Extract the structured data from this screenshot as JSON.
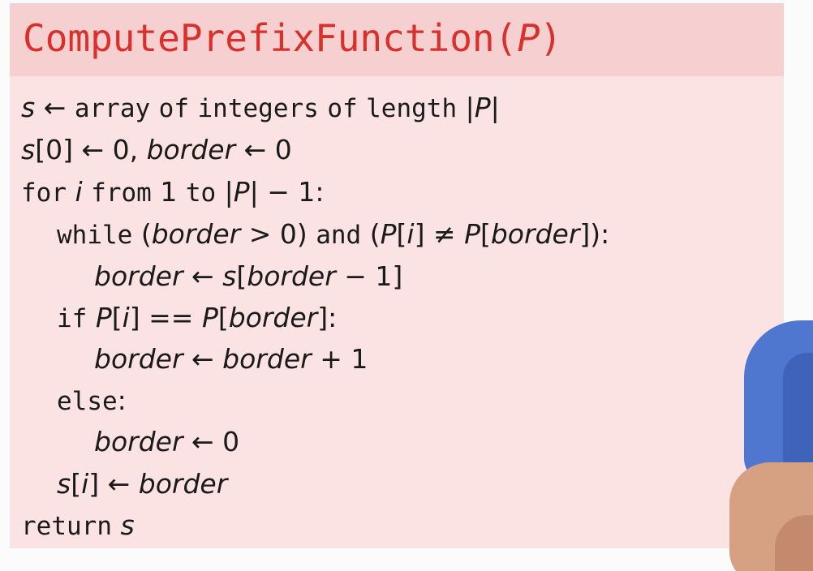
{
  "title": {
    "name": "ComputePrefixFunction(",
    "param": "P",
    "close": ")"
  },
  "lines": [
    "s ← array of integers of length |P|",
    "s[0] ← 0, border ← 0",
    "for i from 1 to |P| − 1:",
    "while (border > 0) and (P[i] ≠ P[border]):",
    "border ← s[border − 1]",
    "if P[i] == P[border]:",
    "border ← border + 1",
    "else:",
    "border ← 0",
    "s[i] ← border",
    "return s"
  ],
  "colors": {
    "title_text": "#d9302c",
    "title_bar": "#f6d0d0",
    "code_background": "#fce3e3",
    "shirt": "#4f77d0",
    "skin": "#d6a083"
  }
}
